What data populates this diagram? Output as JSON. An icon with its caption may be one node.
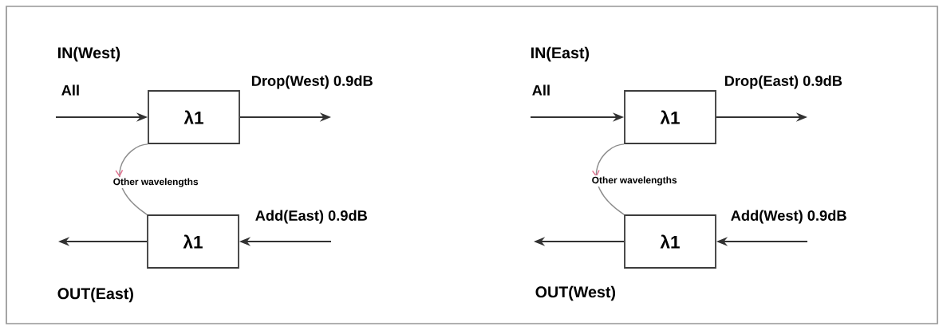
{
  "diagram": {
    "nodes": [
      {
        "text": [
          "λ1"
        ]
      },
      {
        "text": [
          "λ1"
        ]
      },
      {
        "text": [
          "λ1"
        ]
      },
      {
        "text": [
          "λ1"
        ]
      }
    ],
    "edges": [
      {
        "from": null,
        "to": 0,
        "arrow": "to",
        "label": "All"
      },
      {
        "from": 0,
        "to": null,
        "arrow": "to",
        "label": "Drop(West) 0.9dB"
      },
      {
        "from": 0,
        "to": 1,
        "arrow": "to",
        "label": "Other wavelengths",
        "color": "#8c8c8c"
      },
      {
        "from": 1,
        "to": null,
        "arrow": "to"
      },
      {
        "from": null,
        "to": 1,
        "arrow": "to",
        "label": "Add(East) 0.9dB"
      },
      {
        "from": null,
        "to": 2,
        "arrow": "to",
        "label": "All"
      },
      {
        "from": 2,
        "to": null,
        "arrow": "to",
        "label": "Drop(East) 0.9dB"
      },
      {
        "from": 2,
        "to": 3,
        "arrow": "to",
        "label": "Other wavelengths",
        "color": "#8c8c8c"
      },
      {
        "from": 3,
        "to": null,
        "arrow": "to"
      },
      {
        "from": null,
        "to": 3,
        "arrow": "to",
        "label": "Add(West) 0.9dB"
      }
    ],
    "labels": [
      "IN(West)",
      "OUT(East)",
      "IN(East)",
      "OUT(West)"
    ]
  }
}
